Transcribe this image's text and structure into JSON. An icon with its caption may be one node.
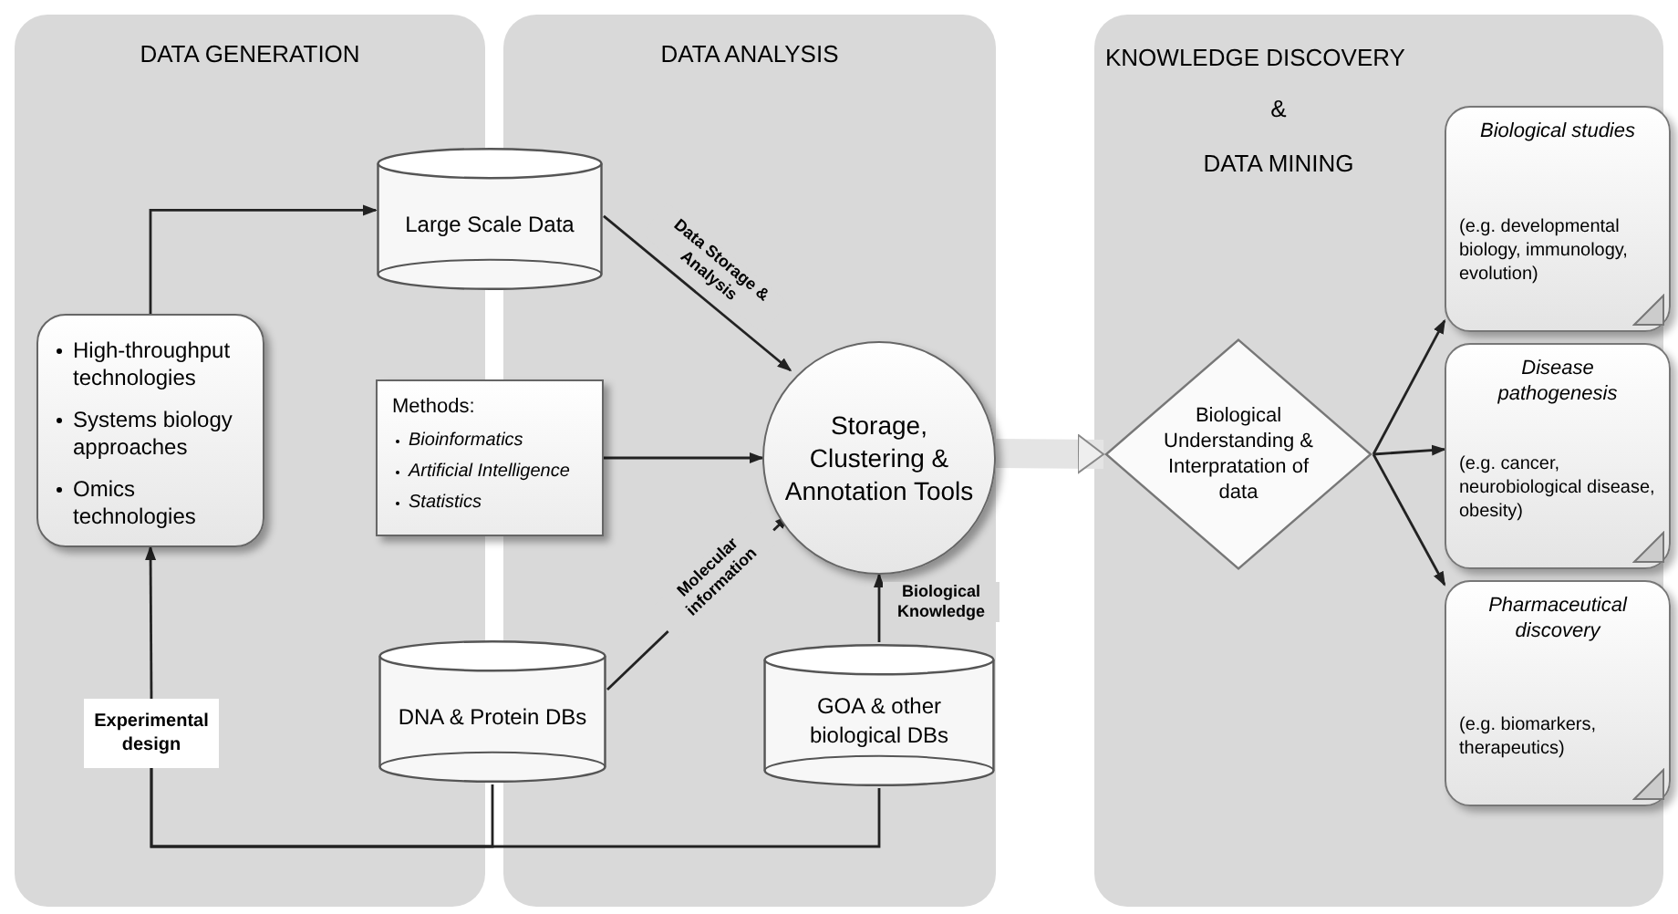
{
  "diagram": {
    "nodes": [
      {
        "text": [
          "DATA GENERATION"
        ]
      },
      {
        "text": [
          "DATA ANALYSIS"
        ]
      },
      {
        "text": [
          "KNOWLEDGE DISCOVERY",
          "&",
          "DATA MINING"
        ]
      },
      {
        "text": [
          "High-throughput technologies",
          "Systems biology approaches",
          "Omics technologies"
        ],
        "in": 0
      },
      {
        "text": [
          "Experimental design"
        ],
        "in": 0
      },
      {
        "text": [
          "Large Scale Data"
        ]
      },
      {
        "text": [
          "Methods:",
          "Bioinformatics",
          "Artificial Intelligence",
          "Statistics"
        ]
      },
      {
        "text": [
          "DNA & Protein DBs"
        ]
      },
      {
        "text": [
          "Storage, Clustering & Annotation Tools"
        ],
        "in": 1
      },
      {
        "text": [
          "GOA & other biological DBs"
        ],
        "in": 1
      },
      {
        "text": [
          "Biological Understanding & Interpratation of data"
        ],
        "in": 2
      },
      {
        "text": [
          "Biological studies",
          "(e.g. developmental biology, immunology, evolution)"
        ],
        "in": 2
      },
      {
        "text": [
          "Disease pathogenesis",
          "(e.g. cancer, neurobiological disease, obesity)"
        ],
        "in": 2
      },
      {
        "text": [
          "Pharmaceutical discovery",
          "(e.g. biomarkers, therapeutics)"
        ],
        "in": 2
      }
    ],
    "edges": [
      {
        "from": 3,
        "to": 5,
        "arrow": "to"
      },
      {
        "from": 5,
        "to": 8,
        "arrow": "to",
        "label": "Data Storage & Analysis"
      },
      {
        "from": 6,
        "to": 8,
        "arrow": "to"
      },
      {
        "from": 7,
        "to": 8,
        "arrow": "to",
        "label": "Molecular information"
      },
      {
        "from": 9,
        "to": 8,
        "arrow": "to",
        "label": "Biological Knowledge"
      },
      {
        "from": 7,
        "to": 4,
        "arrow": "none"
      },
      {
        "from": 9,
        "to": 4,
        "arrow": "none"
      },
      {
        "from": 4,
        "to": 3,
        "arrow": "to"
      },
      {
        "from": 8,
        "to": 10,
        "arrow": "to",
        "style": "thick",
        "color": "#e4e4e4"
      },
      {
        "from": 10,
        "to": 11,
        "arrow": "to"
      },
      {
        "from": 10,
        "to": 12,
        "arrow": "to"
      },
      {
        "from": 10,
        "to": 13,
        "arrow": "to"
      }
    ]
  }
}
